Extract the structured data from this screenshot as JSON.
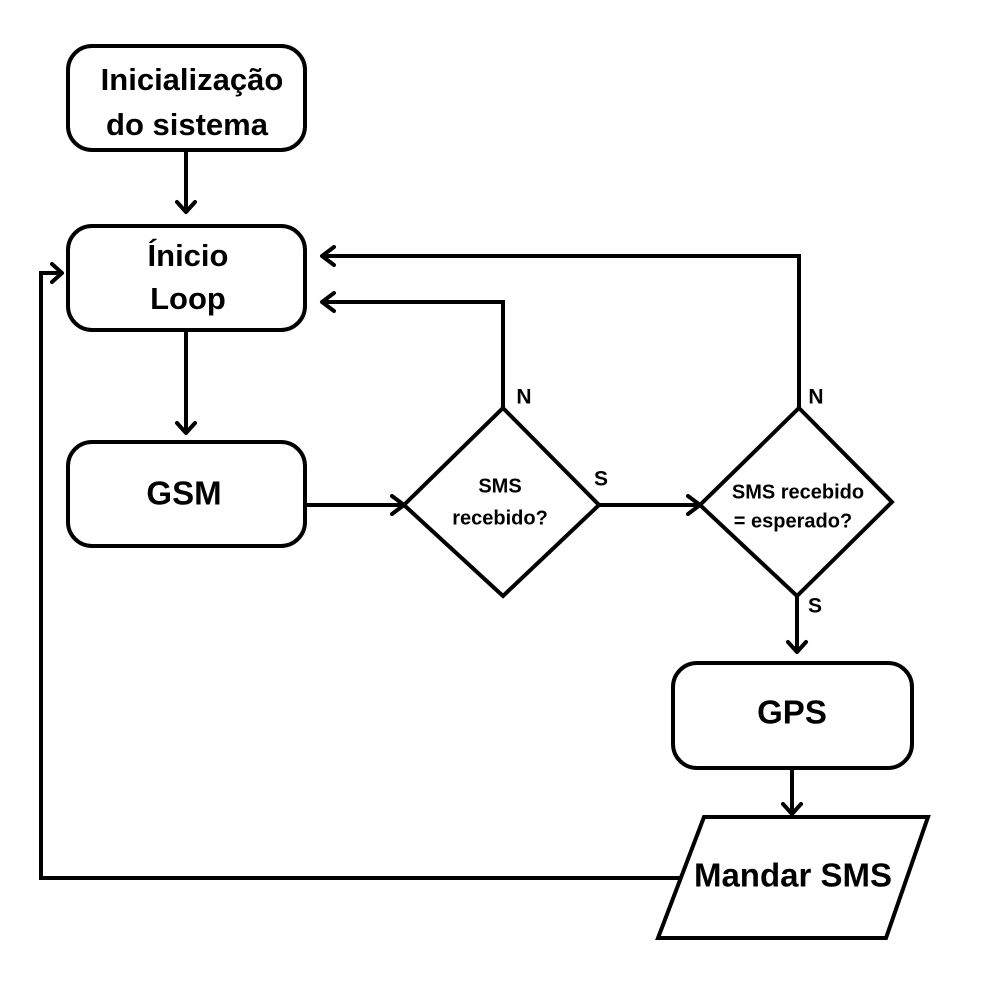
{
  "nodes": {
    "init": {
      "line1": "Inicialização",
      "line2": "do sistema"
    },
    "loop": {
      "line1": "Ínicio",
      "line2": "Loop"
    },
    "gsm": {
      "label": "GSM"
    },
    "decision_received": {
      "line1": "SMS",
      "line2": "recebido?"
    },
    "decision_expected": {
      "line1": "SMS recebido",
      "line2": "= esperado?"
    },
    "gps": {
      "label": "GPS"
    },
    "send_sms": {
      "label": "Mandar SMS"
    }
  },
  "edge_labels": {
    "received_no": "N",
    "received_yes": "S",
    "expected_no": "N",
    "expected_yes": "S"
  }
}
